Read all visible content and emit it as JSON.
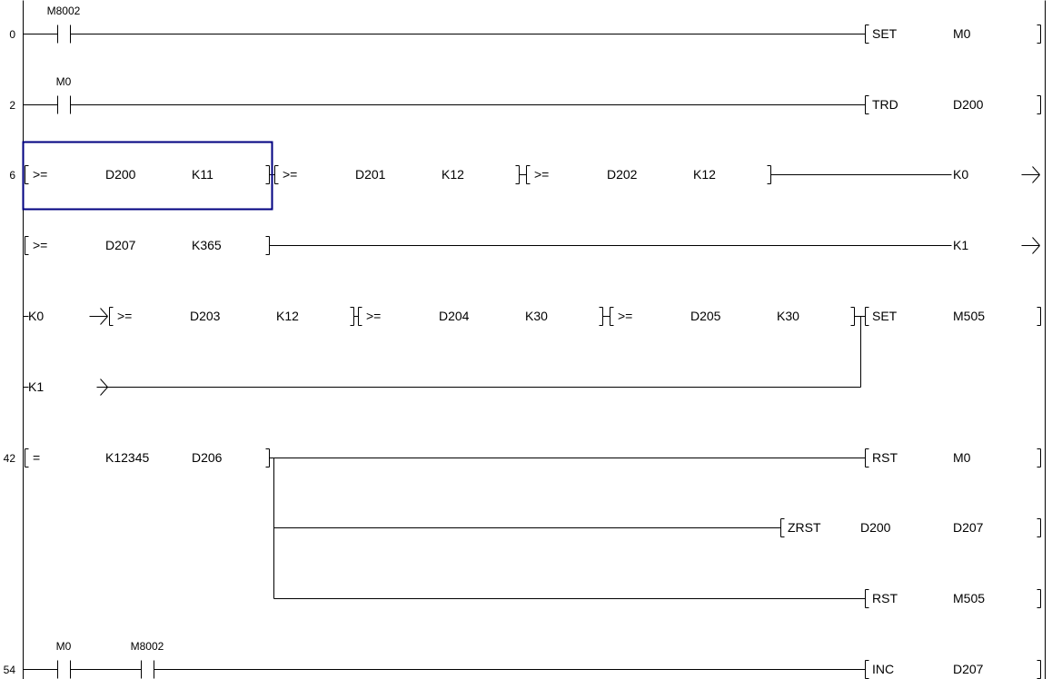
{
  "colors": {
    "line": "#000000",
    "cursor": "#000080",
    "background": "#ffffff"
  },
  "rungs": [
    {
      "step": "0",
      "contacts": [
        "M8002"
      ],
      "coil": {
        "instruction": "SET",
        "operand": "M0"
      }
    },
    {
      "step": "2",
      "contacts": [
        "M0"
      ],
      "coil": {
        "instruction": "TRD",
        "operand": "D200"
      }
    },
    {
      "step": "6",
      "row_a": {
        "compares": [
          [
            ">=",
            "D200",
            "K11"
          ],
          [
            ">=",
            "D201",
            "K12"
          ],
          [
            ">=",
            "D202",
            "K12"
          ]
        ],
        "out_label": "K0"
      },
      "row_b": {
        "compares": [
          [
            ">=",
            "D207",
            "K365"
          ]
        ],
        "out_label": "K1"
      },
      "row_c": {
        "in_label": "K0",
        "compares": [
          [
            ">=",
            "D203",
            "K12"
          ],
          [
            ">=",
            "D204",
            "K30"
          ],
          [
            ">=",
            "D205",
            "K30"
          ]
        ],
        "coil": {
          "instruction": "SET",
          "operand": "M505"
        }
      },
      "row_d": {
        "in_label": "K1"
      }
    },
    {
      "step": "42",
      "compare": [
        "=",
        "K12345",
        "D206"
      ],
      "coils": [
        {
          "instruction": "RST",
          "operands": [
            "M0"
          ]
        },
        {
          "instruction": "ZRST",
          "operands": [
            "D200",
            "D207"
          ]
        },
        {
          "instruction": "RST",
          "operands": [
            "M505"
          ]
        }
      ]
    },
    {
      "step": "54",
      "contacts": [
        "M0",
        "M8002"
      ],
      "coil": {
        "instruction": "INC",
        "operand": "D207"
      }
    }
  ]
}
